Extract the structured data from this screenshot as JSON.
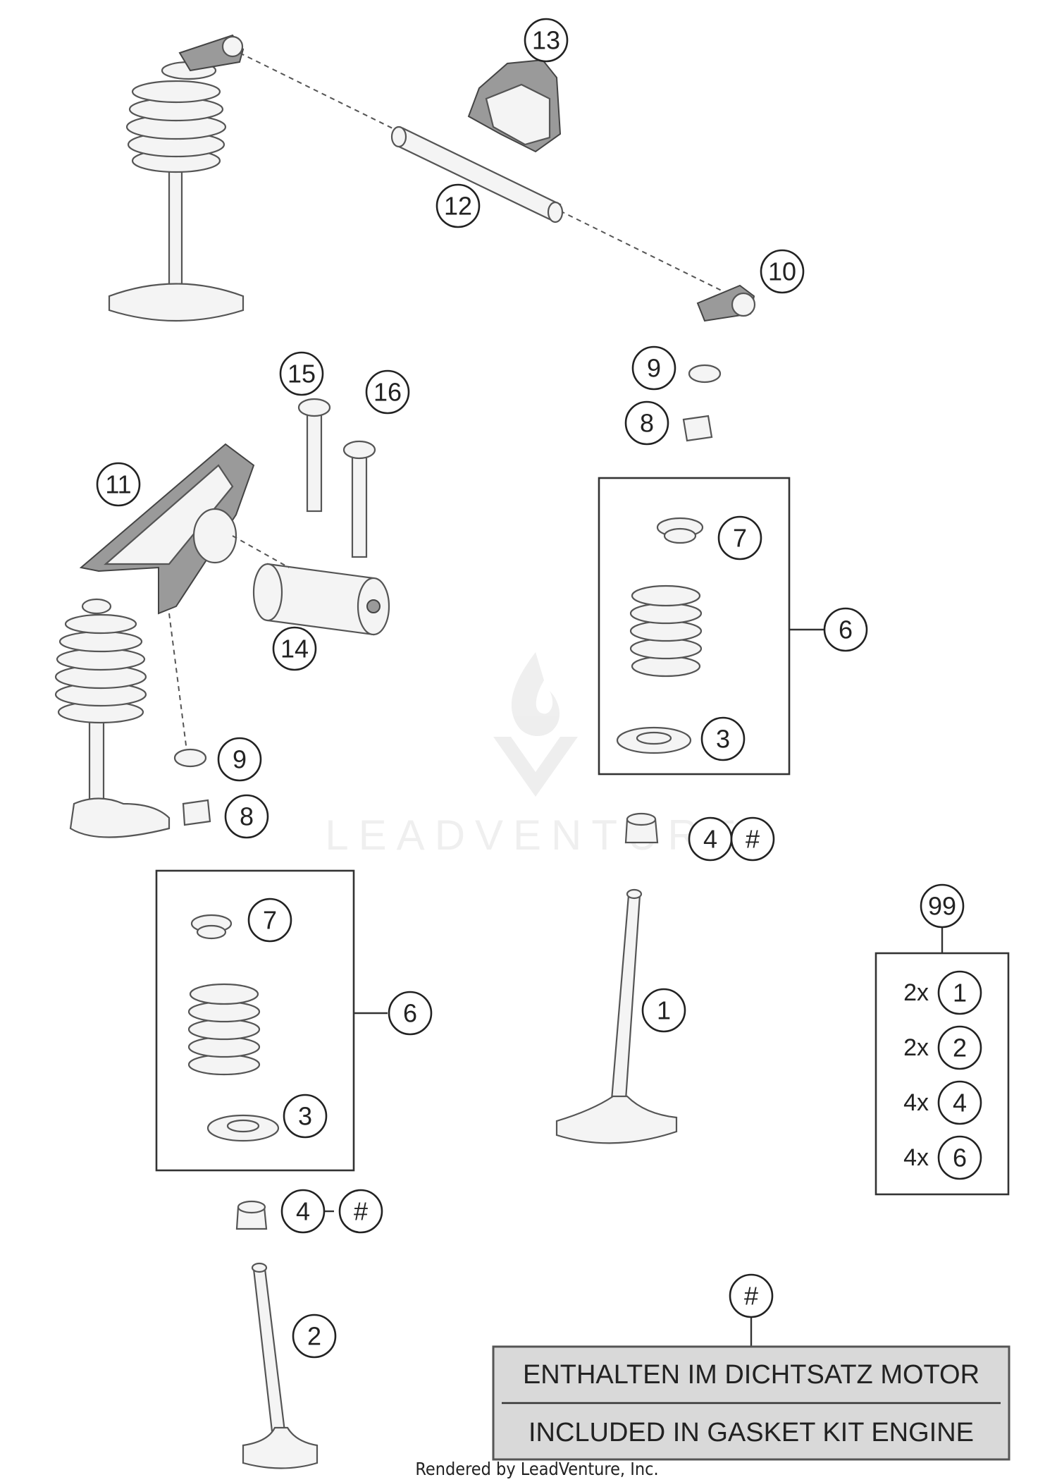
{
  "watermark": {
    "text": "LEADVENTURE"
  },
  "callouts": {
    "c13": "13",
    "c12": "12",
    "c10": "10",
    "c9a": "9",
    "c8a": "8",
    "c15": "15",
    "c16": "16",
    "c11": "11",
    "c14": "14",
    "c7a": "7",
    "c6a": "6",
    "c3a": "3",
    "c9b": "9",
    "c8b": "8",
    "c4a": "4",
    "ha": "#",
    "c99": "99",
    "c7b": "7",
    "c6b": "6",
    "c3b": "3",
    "c1": "1",
    "c4b": "4",
    "hb": "#",
    "c2": "2",
    "hc": "#"
  },
  "kit99": {
    "rows": [
      {
        "qty": "2x",
        "part": "1"
      },
      {
        "qty": "2x",
        "part": "2"
      },
      {
        "qty": "4x",
        "part": "4"
      },
      {
        "qty": "4x",
        "part": "6"
      }
    ]
  },
  "note": {
    "line1": "ENTHALTEN IM DICHTSATZ MOTOR",
    "line2": "INCLUDED IN GASKET KIT ENGINE"
  },
  "footer": "Rendered by LeadVenture, Inc."
}
